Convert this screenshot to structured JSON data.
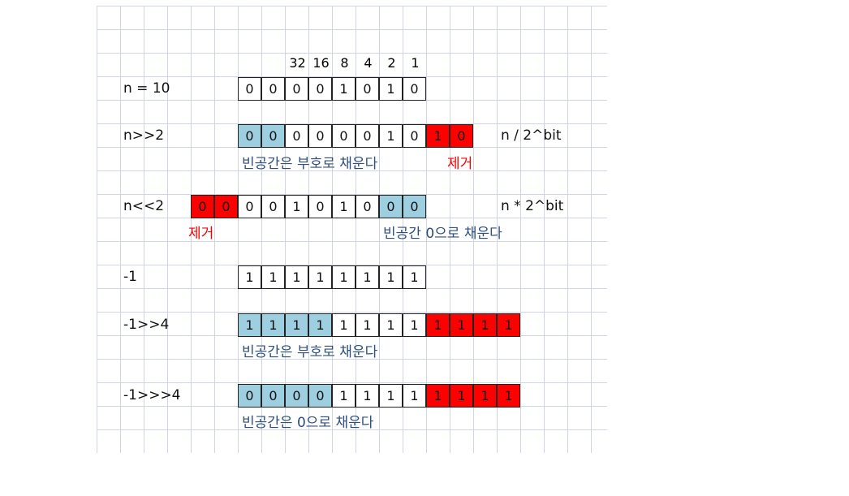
{
  "weights": [
    "32",
    "16",
    "8",
    "4",
    "2",
    "1"
  ],
  "rows": [
    {
      "label": "n = 10",
      "cells": [
        {
          "v": "0",
          "c": "white"
        },
        {
          "v": "0",
          "c": "white"
        },
        {
          "v": "0",
          "c": "white"
        },
        {
          "v": "0",
          "c": "white"
        },
        {
          "v": "1",
          "c": "white"
        },
        {
          "v": "0",
          "c": "white"
        },
        {
          "v": "1",
          "c": "white"
        },
        {
          "v": "0",
          "c": "white"
        }
      ]
    },
    {
      "label": "n>>2",
      "formula": "n / 2^bit",
      "cells": [
        {
          "v": "0",
          "c": "blue"
        },
        {
          "v": "0",
          "c": "blue"
        },
        {
          "v": "0",
          "c": "white"
        },
        {
          "v": "0",
          "c": "white"
        },
        {
          "v": "0",
          "c": "white"
        },
        {
          "v": "0",
          "c": "white"
        },
        {
          "v": "1",
          "c": "white"
        },
        {
          "v": "0",
          "c": "white"
        },
        {
          "v": "1",
          "c": "red"
        },
        {
          "v": "0",
          "c": "red"
        }
      ],
      "notes": [
        {
          "text": "빈공간은 부호로 채운다",
          "color": "blue"
        },
        {
          "text": "제거",
          "color": "red"
        }
      ]
    },
    {
      "label": "n<<2",
      "formula": "n * 2^bit",
      "cells": [
        {
          "v": "0",
          "c": "red"
        },
        {
          "v": "0",
          "c": "red"
        },
        {
          "v": "0",
          "c": "white"
        },
        {
          "v": "0",
          "c": "white"
        },
        {
          "v": "1",
          "c": "white"
        },
        {
          "v": "0",
          "c": "white"
        },
        {
          "v": "1",
          "c": "white"
        },
        {
          "v": "0",
          "c": "white"
        },
        {
          "v": "0",
          "c": "blue"
        },
        {
          "v": "0",
          "c": "blue"
        }
      ],
      "notes": [
        {
          "text": "제거",
          "color": "red"
        },
        {
          "text": "빈공간 0으로 채운다",
          "color": "blue"
        }
      ]
    },
    {
      "label": "-1",
      "cells": [
        {
          "v": "1",
          "c": "white"
        },
        {
          "v": "1",
          "c": "white"
        },
        {
          "v": "1",
          "c": "white"
        },
        {
          "v": "1",
          "c": "white"
        },
        {
          "v": "1",
          "c": "white"
        },
        {
          "v": "1",
          "c": "white"
        },
        {
          "v": "1",
          "c": "white"
        },
        {
          "v": "1",
          "c": "white"
        }
      ]
    },
    {
      "label": "-1>>4",
      "cells": [
        {
          "v": "1",
          "c": "blue"
        },
        {
          "v": "1",
          "c": "blue"
        },
        {
          "v": "1",
          "c": "blue"
        },
        {
          "v": "1",
          "c": "blue"
        },
        {
          "v": "1",
          "c": "white"
        },
        {
          "v": "1",
          "c": "white"
        },
        {
          "v": "1",
          "c": "white"
        },
        {
          "v": "1",
          "c": "white"
        },
        {
          "v": "1",
          "c": "red"
        },
        {
          "v": "1",
          "c": "red"
        },
        {
          "v": "1",
          "c": "red"
        },
        {
          "v": "1",
          "c": "red"
        }
      ],
      "notes": [
        {
          "text": "빈공간은 부호로 채운다",
          "color": "blue"
        }
      ]
    },
    {
      "label": "-1>>>4",
      "cells": [
        {
          "v": "0",
          "c": "blue"
        },
        {
          "v": "0",
          "c": "blue"
        },
        {
          "v": "0",
          "c": "blue"
        },
        {
          "v": "0",
          "c": "blue"
        },
        {
          "v": "1",
          "c": "white"
        },
        {
          "v": "1",
          "c": "white"
        },
        {
          "v": "1",
          "c": "white"
        },
        {
          "v": "1",
          "c": "white"
        },
        {
          "v": "1",
          "c": "red"
        },
        {
          "v": "1",
          "c": "red"
        },
        {
          "v": "1",
          "c": "red"
        },
        {
          "v": "1",
          "c": "red"
        }
      ],
      "notes": [
        {
          "text": "빈공간은 0으로 채운다",
          "color": "blue"
        }
      ]
    }
  ],
  "colors": {
    "blue_fill": "#9ecfe0",
    "red_fill": "#ff0000",
    "note_blue": "#2f4f7f",
    "note_red": "#ff0000"
  }
}
